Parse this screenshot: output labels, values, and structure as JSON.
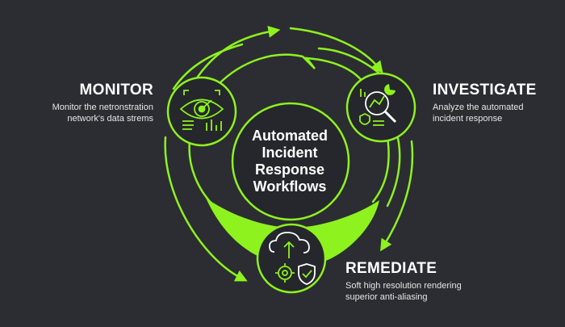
{
  "center": {
    "title_lines": [
      "Automated",
      "Incident",
      "Response",
      "Workflows"
    ]
  },
  "stages": {
    "monitor": {
      "title": "MONITOR",
      "desc_lines": [
        "Monitor the netronstration",
        "network's data strems"
      ]
    },
    "investigate": {
      "title": "INVESTIGATE",
      "desc_lines": [
        "Analyze the automated",
        "incident response"
      ]
    },
    "remediate": {
      "title": "REMEDIATE",
      "desc_lines": [
        "Soft high resolution rendering",
        "superior anti-aliasing"
      ]
    }
  },
  "colors": {
    "background": "#2b2d33",
    "accent": "#8ef21e",
    "node_fill": "#25272c",
    "text": "#ffffff"
  },
  "icons": {
    "monitor": "eye-radar-icon",
    "investigate": "magnifier-chart-icon",
    "remediate": "cloud-gear-shield-icon"
  }
}
